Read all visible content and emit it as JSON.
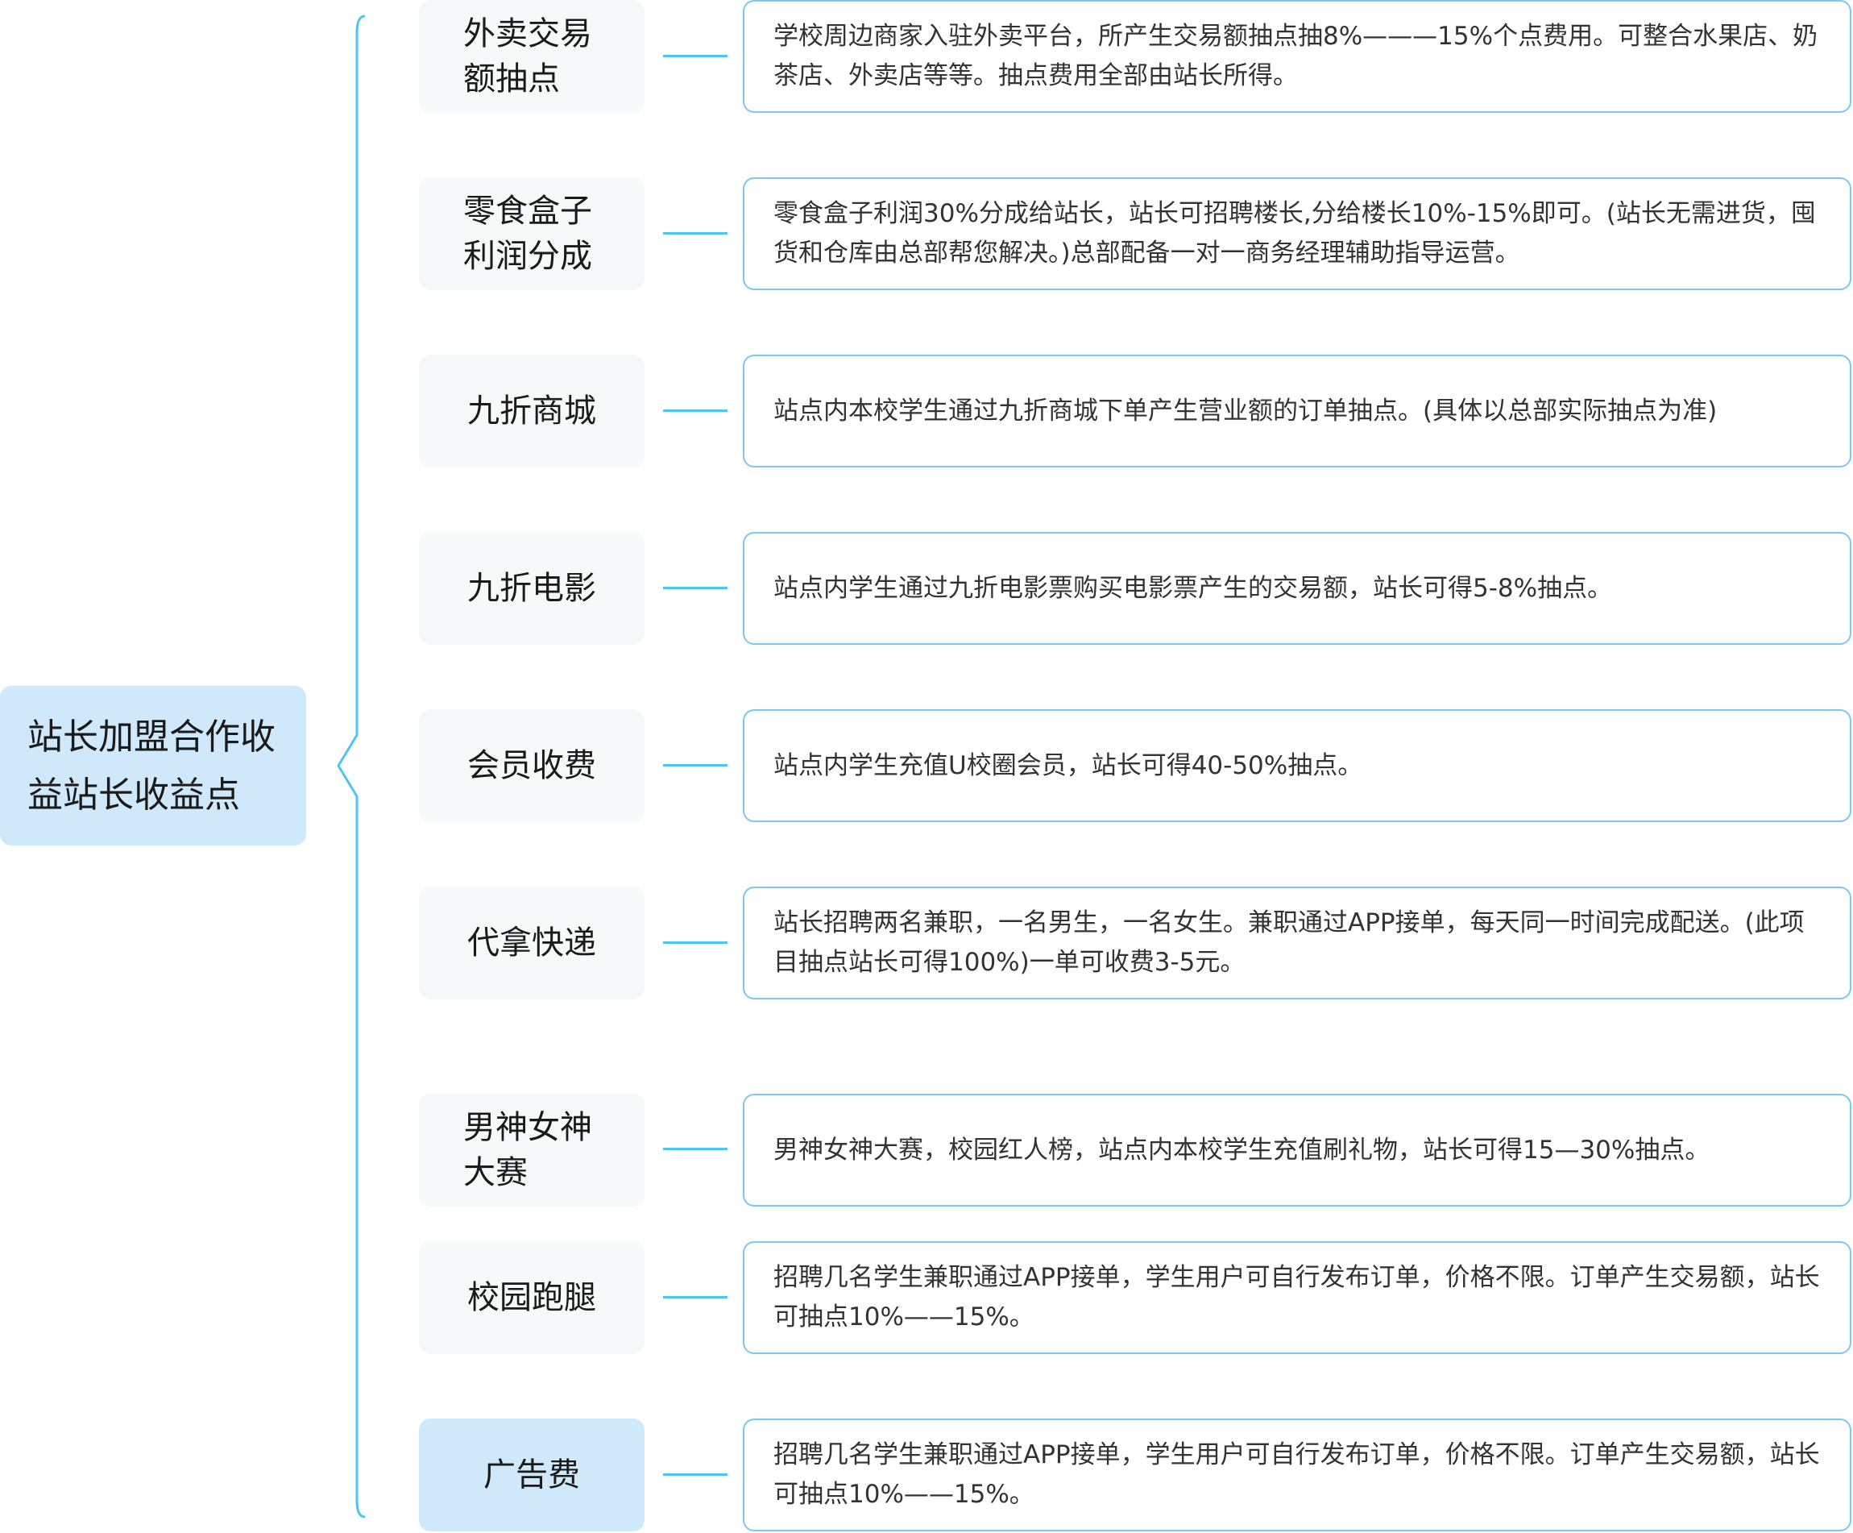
{
  "root": {
    "label_line1": "站长加盟合作收",
    "label_line2": "益站长收益点"
  },
  "branches": [
    {
      "title": "外卖交易额抽点",
      "desc": "学校周边商家入驻外卖平台，所产生交易额抽点抽8%———15%个点费用。可整合水果店、奶茶店、外卖店等等。抽点费用全部由站长所得。"
    },
    {
      "title": "零食盒子利润分成",
      "desc": "零食盒子利润30%分成给站长，站长可招聘楼长,分给楼长10%-15%即可。(站长无需进货，囤货和仓库由总部帮您解决。)总部配备一对一商务经理辅助指导运营。"
    },
    {
      "title": "九折商城",
      "desc": "站点内本校学生通过九折商城下单产生营业额的订单抽点。(具体以总部实际抽点为准)"
    },
    {
      "title": "九折电影",
      "desc": "站点内学生通过九折电影票购买电影票产生的交易额，站长可得5-8%抽点。"
    },
    {
      "title": "会员收费",
      "desc": "站点内学生充值U校圈会员，站长可得40-50%抽点。"
    },
    {
      "title": "代拿快递",
      "desc": "站长招聘两名兼职，一名男生，一名女生。兼职通过APP接单，每天同一时间完成配送。(此项目抽点站长可得100%)一单可收费3-5元。"
    },
    {
      "title": "男神女神大赛",
      "desc": "男神女神大赛，校园红人榜，站点内本校学生充值刷礼物，站长可得15—30%抽点。"
    },
    {
      "title": "校园跑腿",
      "desc": "招聘几名学生兼职通过APP接单，学生用户可自行发布订单，价格不限。订单产生交易额，站长可抽点10%——15%。"
    },
    {
      "title": "广告费",
      "desc": "招聘几名学生兼职通过APP接单，学生用户可自行发布订单，价格不限。订单产生交易额，站长可抽点10%——15%。"
    }
  ],
  "colors": {
    "root_fill": "#cfe9fb",
    "category_fill": "#f7f8fa",
    "highlight_fill": "#cfe9fb",
    "connector": "#4fc3f7",
    "desc_border": "#7cc8ee"
  }
}
